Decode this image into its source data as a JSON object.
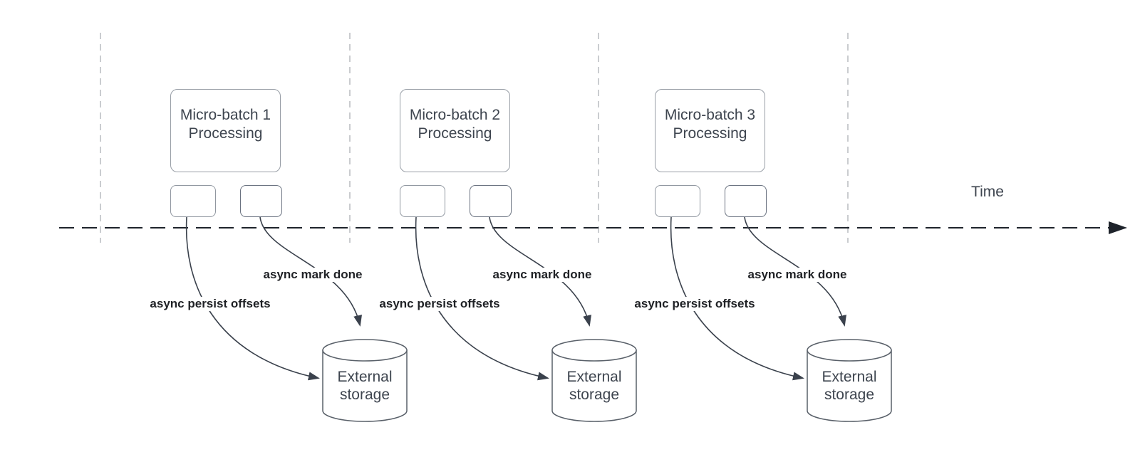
{
  "timeline": {
    "label": "Time"
  },
  "groups": [
    {
      "title_line1": "Micro-batch 1",
      "title_line2": "Processing",
      "persist_label": "async persist offsets",
      "mark_done_label": "async mark done",
      "storage_line1": "External",
      "storage_line2": "storage"
    },
    {
      "title_line1": "Micro-batch 2",
      "title_line2": "Processing",
      "persist_label": "async persist offsets",
      "mark_done_label": "async mark done",
      "storage_line1": "External",
      "storage_line2": "storage"
    },
    {
      "title_line1": "Micro-batch 3",
      "title_line2": "Processing",
      "persist_label": "async persist offsets",
      "mark_done_label": "async mark done",
      "storage_line1": "External",
      "storage_line2": "storage"
    }
  ],
  "colors": {
    "curve": "#3a414c",
    "timeline": "#1e232b",
    "guide": "#b3b6bb",
    "cyl": "#596069",
    "text": "#3e454f",
    "bold-text": "#1f2125"
  }
}
